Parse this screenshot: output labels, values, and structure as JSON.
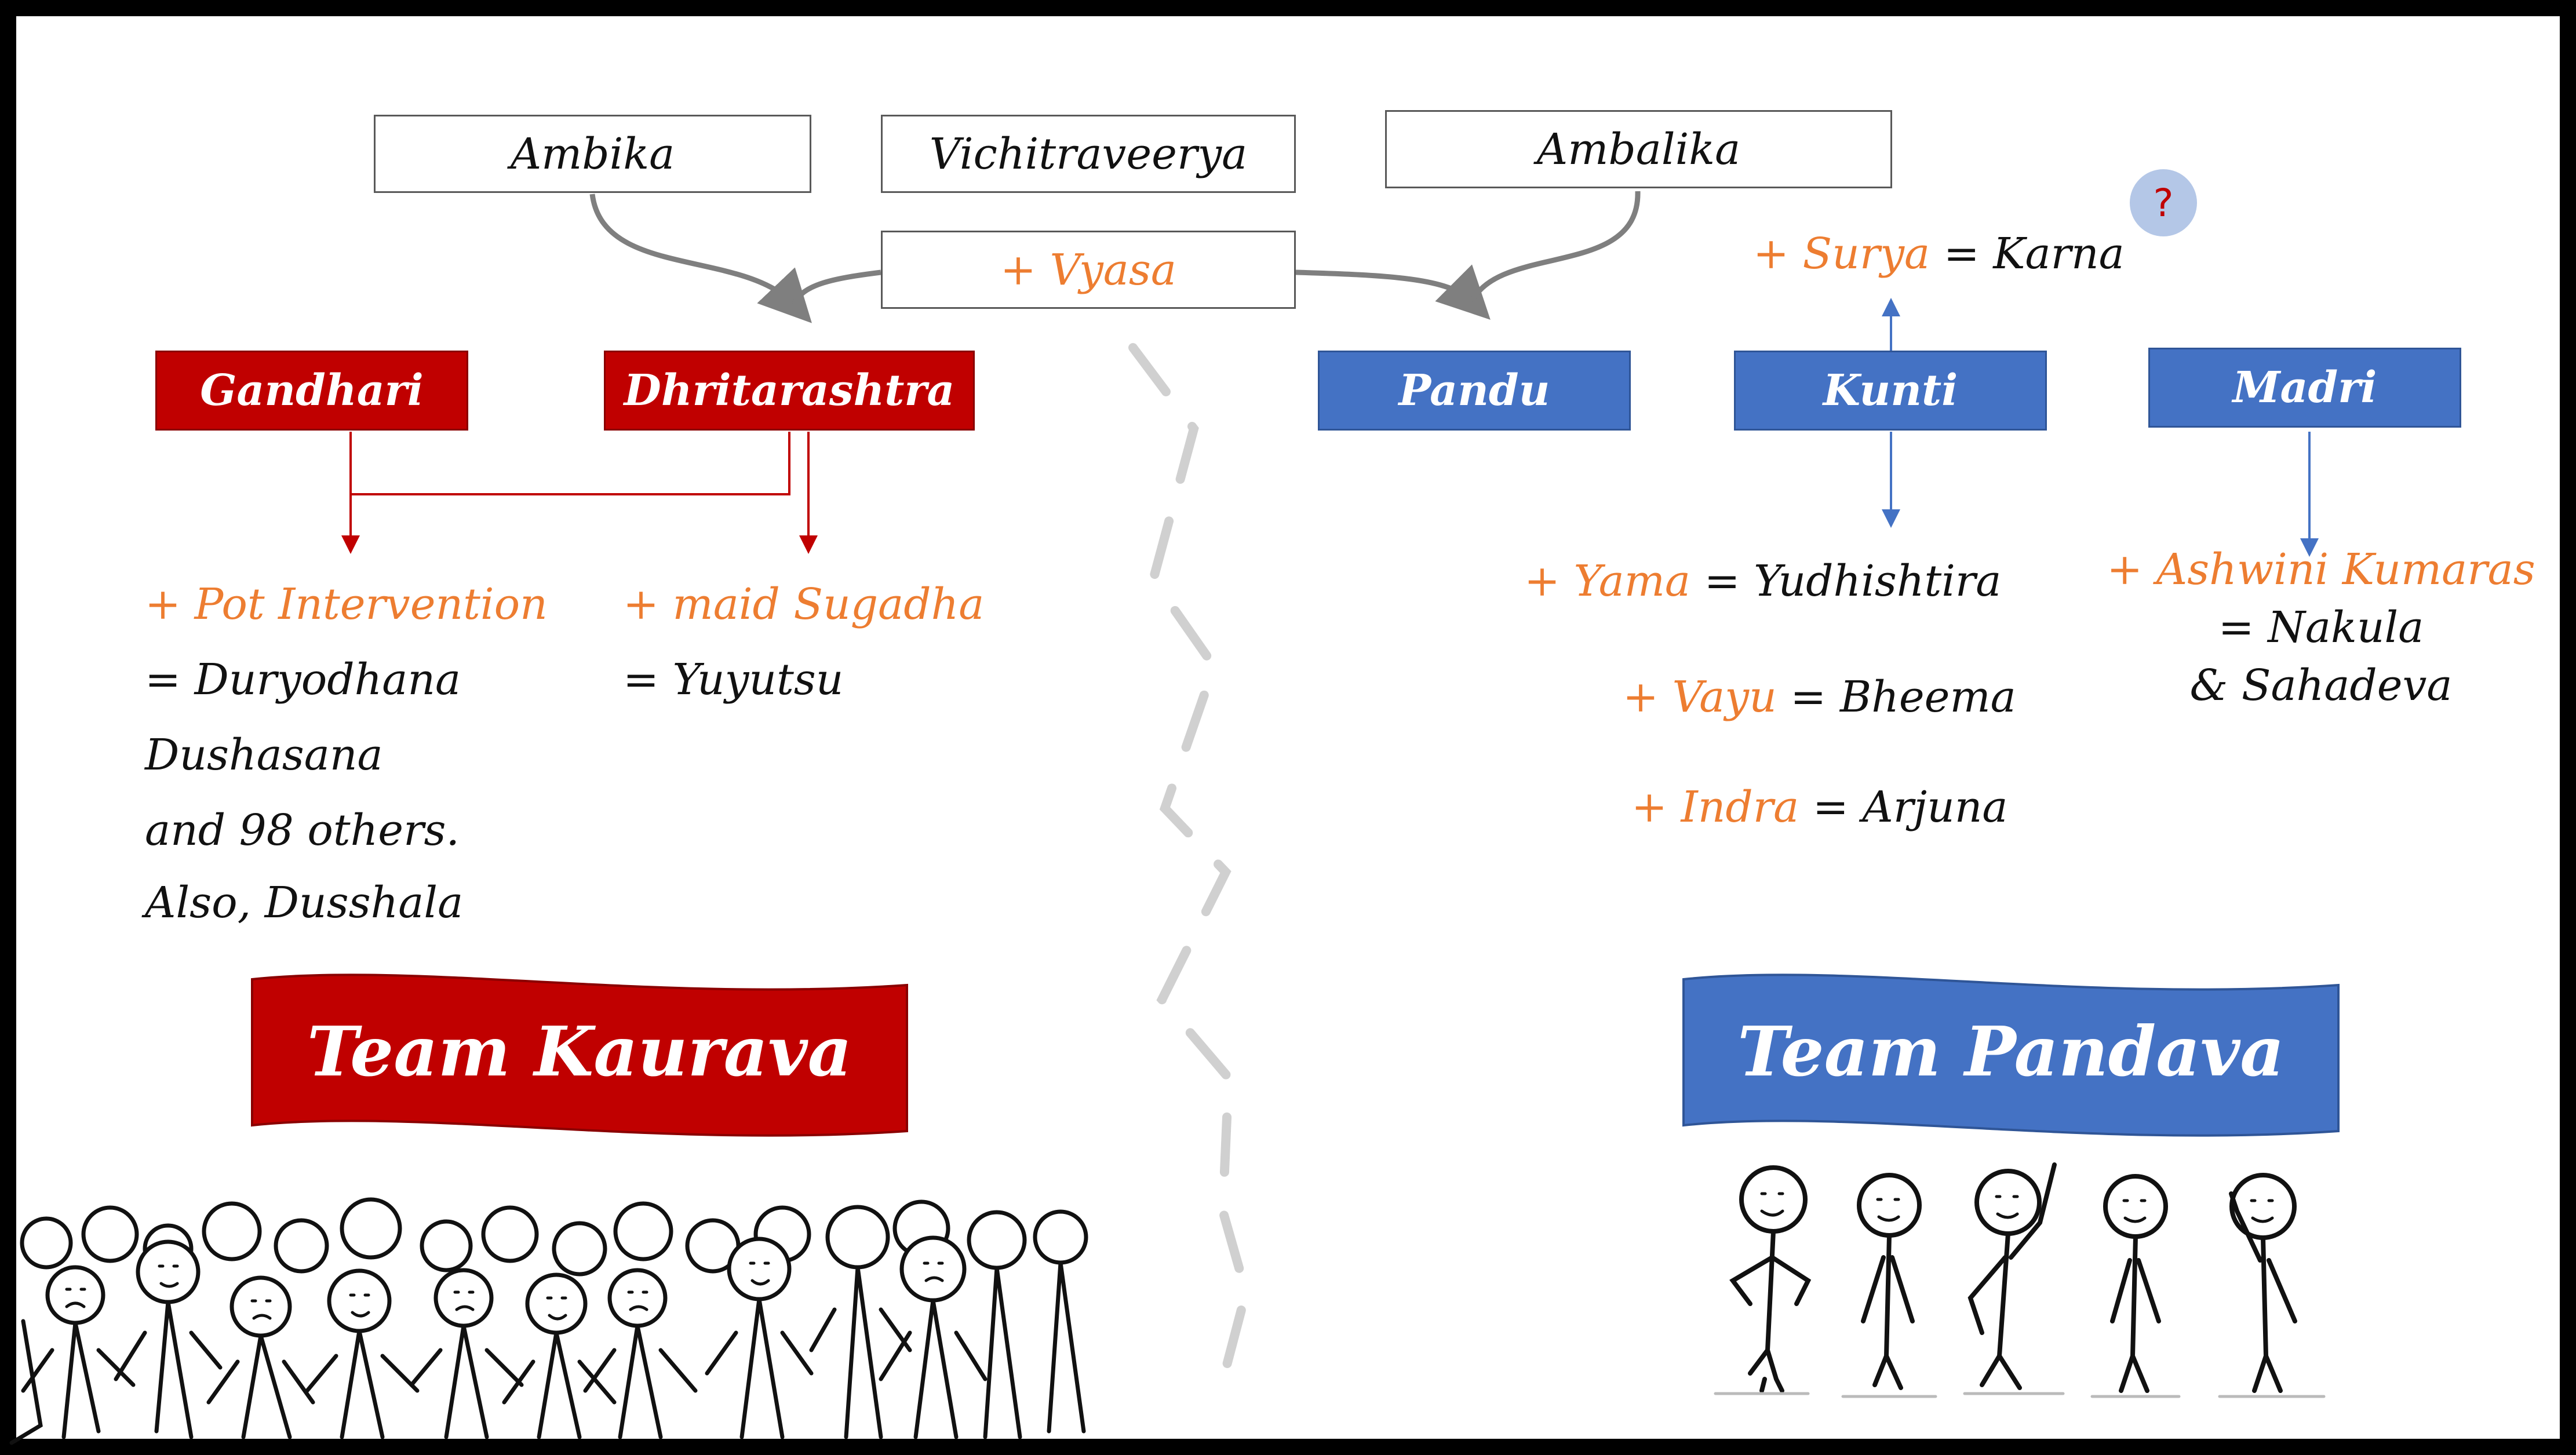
{
  "top_row": {
    "ambika": "Ambika",
    "vichitraveerya": "Vichitraveerya",
    "ambalika": "Ambalika"
  },
  "vyasa": "+ Vyasa",
  "second_row": {
    "gandhari": "Gandhari",
    "dhritarashtra": "Dhritarashtra",
    "pandu": "Pandu",
    "kunti": "Kunti",
    "madri": "Madri"
  },
  "help_badge": "?",
  "kaurava_side": {
    "pot": {
      "partner": "+ Pot Intervention",
      "children": "= Duryodhana"
    },
    "children_more": [
      "Dushasana",
      "and 98 others.",
      "Also, Dusshala"
    ],
    "maid": {
      "partner": "+ maid Sugadha",
      "child": "= Yuyutsu"
    },
    "banner": "Team Kaurava",
    "banner_color": "#c00000"
  },
  "pandava_side": {
    "surya": {
      "partner": "+ Surya",
      "child": "= Karna"
    },
    "yama": {
      "partner": "+ Yama",
      "child": "= Yudhishtira"
    },
    "vayu": {
      "partner": "+ Vayu",
      "child": "= Bheema"
    },
    "indra": {
      "partner": "+ Indra",
      "child": "= Arjuna"
    },
    "ashwini": {
      "partner": "+ Ashwini Kumaras",
      "child_line1": "= Nakula",
      "child_line2": "& Sahadeva"
    },
    "banner": "Team Pandava",
    "banner_color": "#4472c4"
  },
  "colors": {
    "kaurava_red": "#c00000",
    "pandava_blue": "#4472c4",
    "partner_orange": "#ed7d31",
    "connector_gray": "#7f7f7f",
    "help_badge_fill": "#b4c7e7"
  }
}
